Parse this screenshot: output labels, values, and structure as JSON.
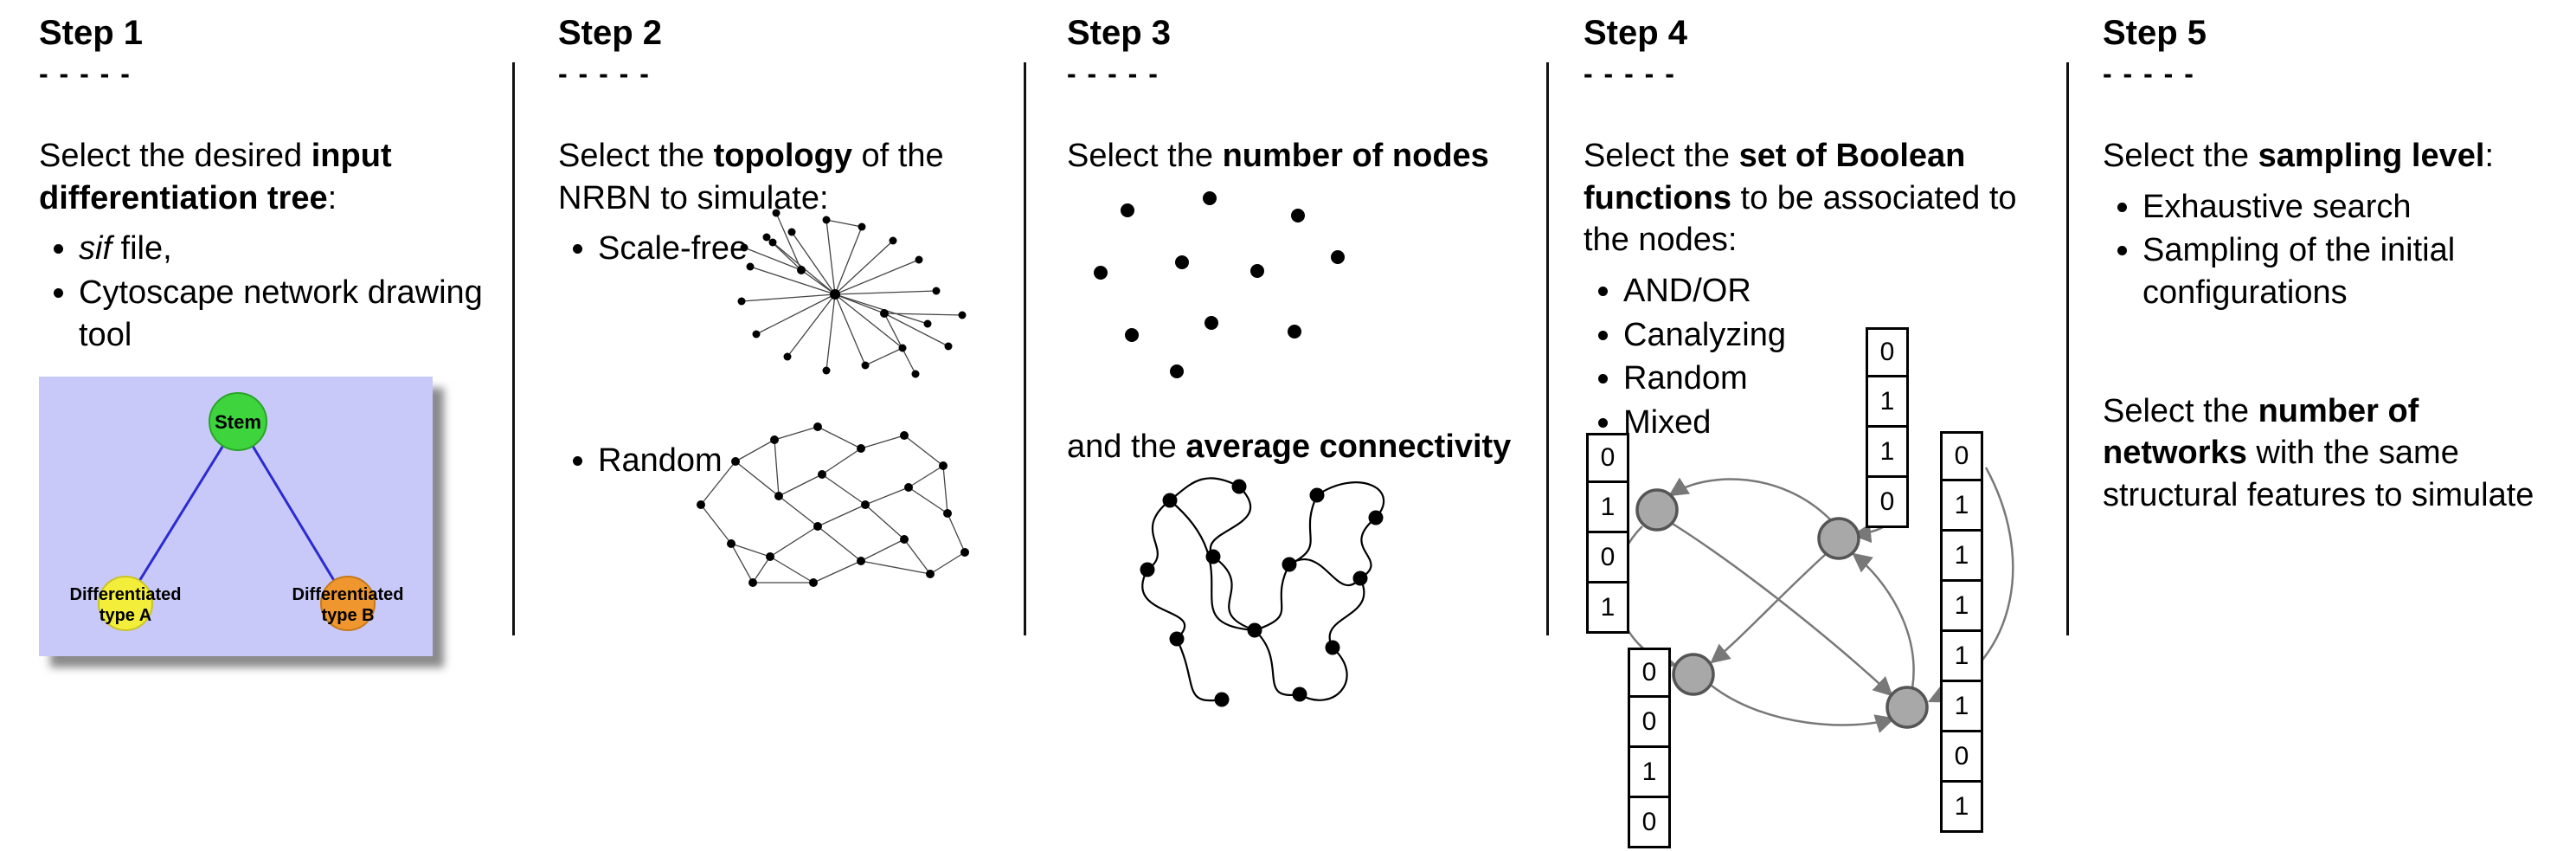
{
  "steps": [
    {
      "title": "Step 1",
      "dashes": "- - - - -",
      "instruction": {
        "prefix": "Select the desired ",
        "bold": "input differentiation tree",
        "suffix": ":"
      },
      "bullets": {
        "sif_italic": "sif",
        "sif_rest": " file,",
        "cytoscape": "Cytoscape network drawing tool"
      },
      "tree": {
        "stem": "Stem",
        "left_line1": "Differentiated",
        "left_line2": "type A",
        "right_line1": "Differentiated",
        "right_line2": "type B"
      }
    },
    {
      "title": "Step 2",
      "dashes": "- - - - -",
      "instruction": {
        "prefix": "Select the ",
        "bold": "topology",
        "suffix": " of the NRBN to simulate:"
      },
      "bullets": {
        "scale_free": "Scale-free",
        "random": "Random"
      }
    },
    {
      "title": "Step 3",
      "dashes": "- - - - -",
      "instruction": {
        "prefix": "Select the ",
        "bold": "number of nodes",
        "suffix": ""
      },
      "connectivity": {
        "prefix": "and the ",
        "bold": "average connectivity",
        "suffix": ""
      }
    },
    {
      "title": "Step 4",
      "dashes": "- - - - -",
      "instruction": {
        "prefix": "Select the ",
        "bold": "set of Boolean functions",
        "suffix": " to be associated to the nodes:"
      },
      "bullets": [
        "AND/OR",
        "Canalyzing",
        "Random",
        "Mixed"
      ],
      "truth_tables": {
        "left": [
          "0",
          "1",
          "0",
          "1"
        ],
        "top": [
          "0",
          "1",
          "1",
          "0"
        ],
        "bottom_left": [
          "0",
          "0",
          "1",
          "0"
        ],
        "right": [
          "0",
          "1",
          "1",
          "1",
          "1",
          "1",
          "0",
          "1"
        ]
      }
    },
    {
      "title": "Step 5",
      "dashes": "- - - - -",
      "instruction": {
        "prefix": "Select the ",
        "bold": "sampling level",
        "suffix": ":"
      },
      "bullets": [
        "Exhaustive search",
        "Sampling of the initial configurations"
      ],
      "networks": {
        "prefix": "Select the ",
        "bold": "number of networks",
        "suffix": " with the same structural features to simulate"
      }
    }
  ],
  "colors": {
    "tree_background": "#c9c9f9",
    "stem_fill": "#3ed43e",
    "type_a_fill": "#f2ee3a",
    "type_b_fill": "#f0962e",
    "tree_edge_blue": "#2b2bd0",
    "boolean_node_gray": "#a8a8a8",
    "arrow_gray": "#787878"
  }
}
